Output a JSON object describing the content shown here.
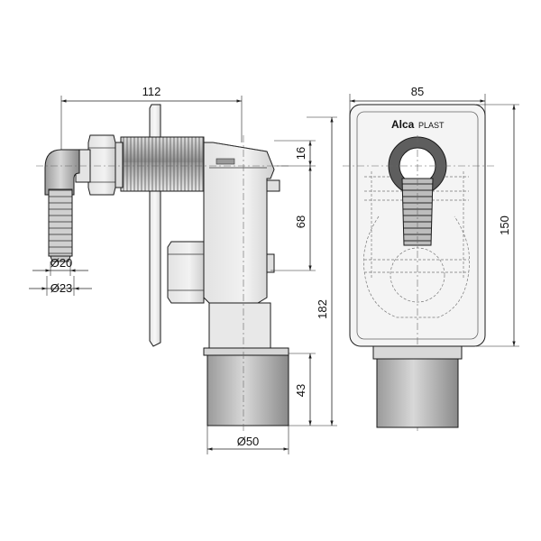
{
  "drawing": {
    "dimensions": {
      "side_width": "112",
      "outlet_offset": "16",
      "body_height": "68",
      "total_height": "182",
      "outlet_length": "43",
      "outlet_diameter": "Ø50",
      "hose_inner_diameter": "Ø20",
      "hose_outer_diameter": "Ø23",
      "front_width": "85",
      "front_height": "150"
    },
    "logo": {
      "brand": "Alca",
      "suffix": "PLAST"
    }
  }
}
